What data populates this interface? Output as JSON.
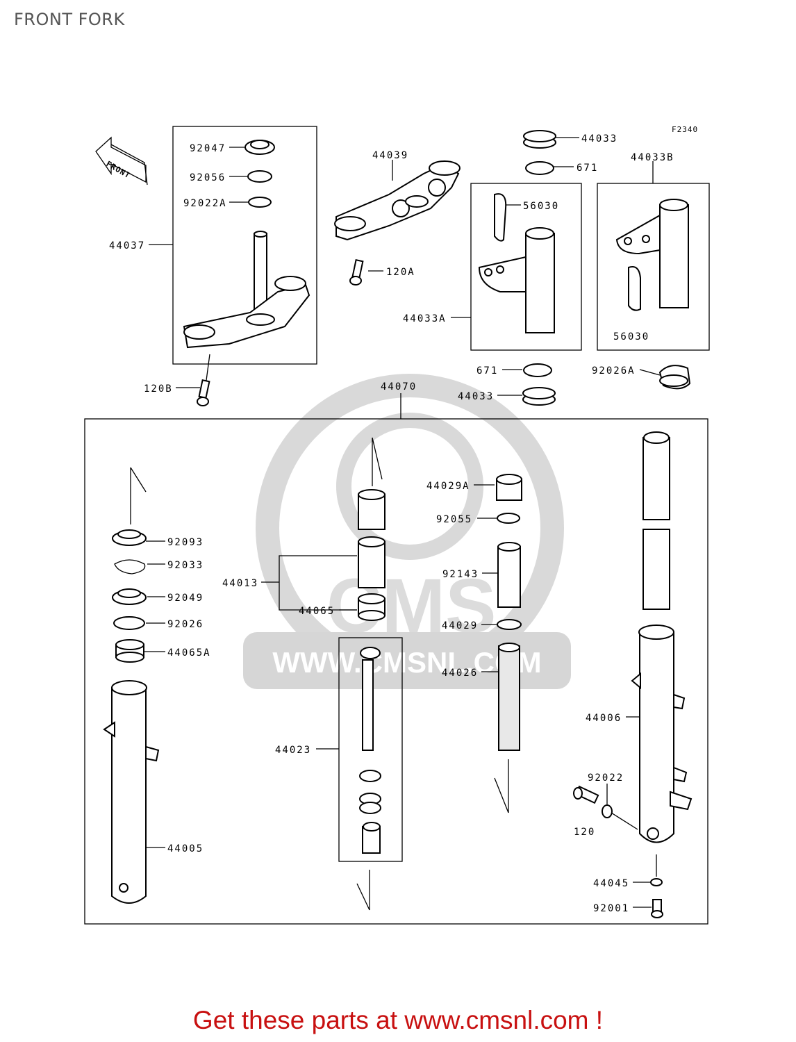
{
  "title": "FRONT FORK",
  "figure_code": "F2340",
  "front_arrow_label": "FRONT",
  "watermark_text": "WWW.CMSNL.COM",
  "footer": "Get these parts at www.cmsnl.com !",
  "labels": {
    "p92047": "92047",
    "p92056": "92056",
    "p92022A": "92022A",
    "p44037": "44037",
    "p120B": "120B",
    "p44039": "44039",
    "p120A": "120A",
    "p44033_top": "44033",
    "p671_top": "671",
    "p44033B": "44033B",
    "p56030_a": "56030",
    "p56030_b": "56030",
    "p44033A": "44033A",
    "p671_bot": "671",
    "p44033_bot": "44033",
    "p92026A": "92026A",
    "p44070": "44070",
    "p92093": "92093",
    "p92033": "92033",
    "p92049": "92049",
    "p92026": "92026",
    "p44065A": "44065A",
    "p44005": "44005",
    "p44013": "44013",
    "p44065": "44065",
    "p44023": "44023",
    "p44029A": "44029A",
    "p92055": "92055",
    "p92143": "92143",
    "p44029": "44029",
    "p44026": "44026",
    "p44006": "44006",
    "p92022": "92022",
    "p120": "120",
    "p44045": "44045",
    "p92001": "92001"
  }
}
